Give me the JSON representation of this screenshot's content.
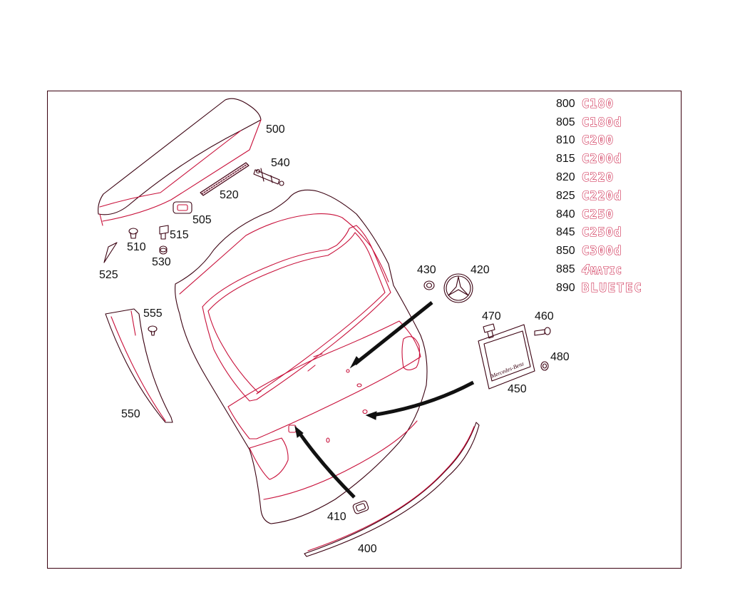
{
  "diagram": {
    "callouts": {
      "c400": "400",
      "c410": "410",
      "c420": "420",
      "c430": "430",
      "c450": "450",
      "c460": "460",
      "c470": "470",
      "c480": "480",
      "c500": "500",
      "c505": "505",
      "c510": "510",
      "c515": "515",
      "c520": "520",
      "c525": "525",
      "c530": "530",
      "c540": "540",
      "c550": "550",
      "c555": "555"
    },
    "plate_text": "Mercedes-Benz",
    "legend": [
      {
        "num": "800",
        "badge": "C180"
      },
      {
        "num": "805",
        "badge": "C180d"
      },
      {
        "num": "810",
        "badge": "C200"
      },
      {
        "num": "815",
        "badge": "C200d"
      },
      {
        "num": "820",
        "badge": "C220"
      },
      {
        "num": "825",
        "badge": "C220d"
      },
      {
        "num": "840",
        "badge": "C250"
      },
      {
        "num": "845",
        "badge": "C250d"
      },
      {
        "num": "850",
        "badge": "C300d"
      },
      {
        "num": "885",
        "badge": "4MATIC"
      },
      {
        "num": "890",
        "badge": "BLUETEC"
      }
    ],
    "colors": {
      "line": "#c8103a",
      "ink": "#3a0010",
      "arrow": "#111111"
    }
  }
}
